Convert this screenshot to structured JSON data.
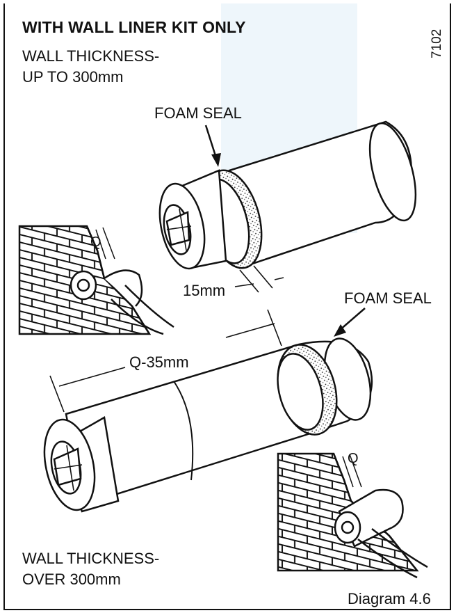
{
  "heading": "WITH WALL LINER KIT ONLY",
  "top_case": {
    "line1": "WALL THICKNESS-",
    "line2": "UP TO 300mm",
    "seal_label": "FOAM SEAL",
    "gap_label": "15mm",
    "wall_label": "Q"
  },
  "bottom_case": {
    "line1": "WALL THICKNESS-",
    "line2": "OVER 300mm",
    "seal_label": "FOAM SEAL",
    "length_label": "Q-35mm",
    "wall_label": "Q"
  },
  "diagram_number": "Diagram 4.6",
  "reference_code": "7102",
  "colors": {
    "line": "#111111",
    "background": "#ffffff",
    "tint": "#eef6fb"
  }
}
